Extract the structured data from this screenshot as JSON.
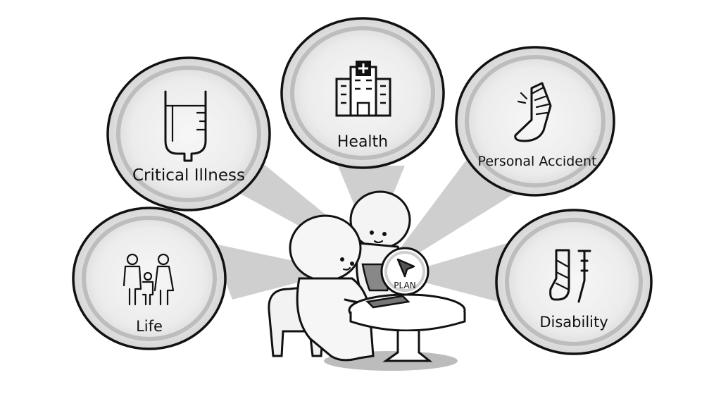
{
  "bubbles": {
    "critical_illness": {
      "label": "Critical Illness",
      "icon": "iv-bag-icon"
    },
    "health": {
      "label": "Health",
      "icon": "hospital-icon"
    },
    "personal_accident": {
      "label": "Personal Accident",
      "icon": "bandaged-foot-icon"
    },
    "life": {
      "label": "Life",
      "icon": "family-icon"
    },
    "disability": {
      "label": "Disability",
      "icon": "cast-and-crutch-icon"
    }
  },
  "center": {
    "label": "PLAN",
    "icon": "cursor-arrow-icon"
  },
  "colors": {
    "beam": "#d0d0d0",
    "bubble_outer": "#e2e2e2",
    "bubble_inner": "#f4f4f4",
    "ink": "#111111"
  }
}
